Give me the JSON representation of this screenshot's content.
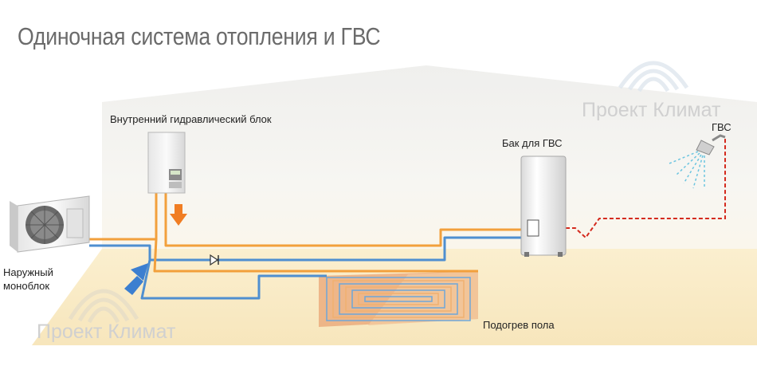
{
  "title": "Одиночная система отопления и ГВС",
  "labels": {
    "indoor_unit": "Внутренний гидравлический блок",
    "tank": "Бак для ГВС",
    "dhw": "ГВС",
    "outdoor_unit_line1": "Наружный",
    "outdoor_unit_line2": "моноблок",
    "floor_heating": "Подогрев пола"
  },
  "watermark": {
    "text_top": "Проект Климат",
    "text_bottom": "Проект Климат"
  },
  "colors": {
    "hot_pipe": "#f2a03c",
    "cold_pipe": "#4f8fd0",
    "dhw_pipe": "#d42a1e",
    "spray": "#6cc5e0",
    "arrow_down": "#f07d23",
    "arrow_up": "#3c7fd0",
    "floor": "#f9ebc6",
    "wall": "#f3f2ee"
  }
}
